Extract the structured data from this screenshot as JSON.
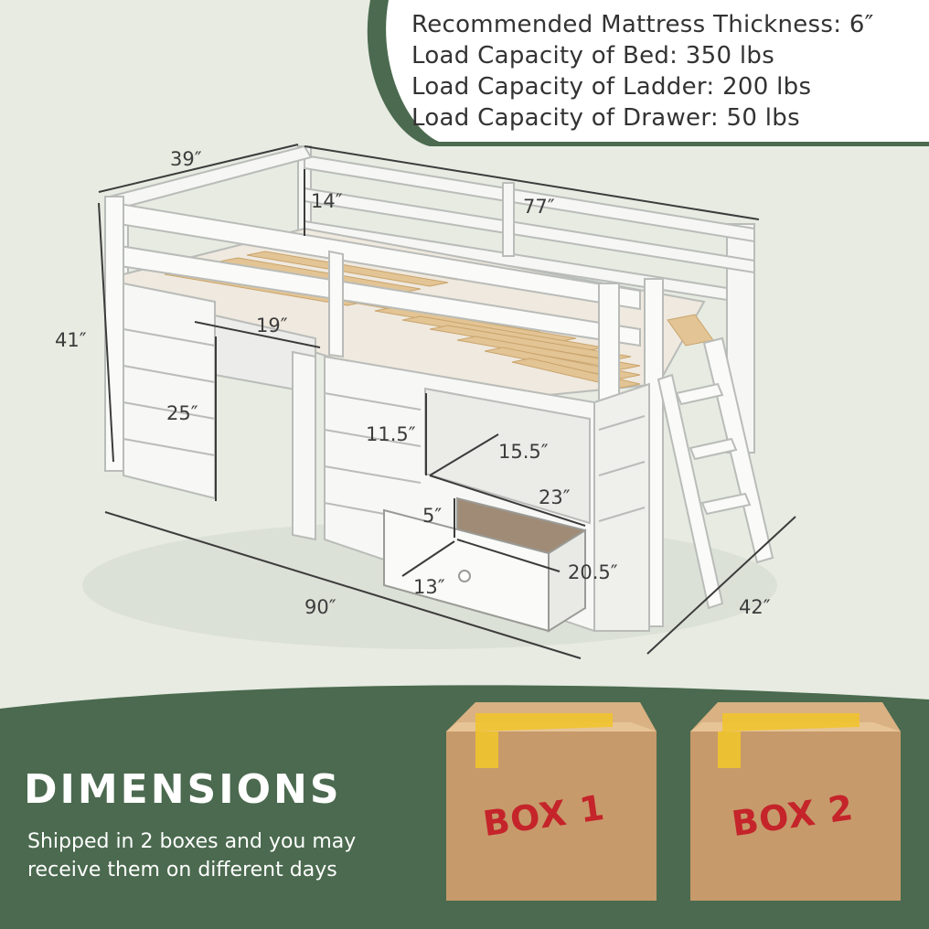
{
  "specs": {
    "items": [
      "Recommended Mattress Thickness: 6″",
      "Load Capacity of Bed: 350 lbs",
      "Load Capacity of Ladder: 200 lbs",
      "Load Capacity of Drawer: 50 lbs"
    ]
  },
  "dimensions": {
    "depth": "39″",
    "height": "41″",
    "rail_height": "14″",
    "inner_length": "77″",
    "desk_width": "19″",
    "desk_height": "25″",
    "shelf_height": "11.5″",
    "shelf_depth": "15.5″",
    "shelf_width": "23″",
    "drawer_height": "5″",
    "drawer_length": "20.5″",
    "drawer_width": "13″",
    "total_length": "90″",
    "total_depth": "42″"
  },
  "footer": {
    "headline": "DIMENSIONS",
    "shipping_text": "Shipped in 2 boxes and you may receive them on different days",
    "box1_label": "BOX 1",
    "box2_label": "BOX 2"
  },
  "colors": {
    "background": "#e7ebe2",
    "footer_green": "#4b6a4f",
    "box_red": "#c4242a",
    "wood": "#e3c494"
  }
}
